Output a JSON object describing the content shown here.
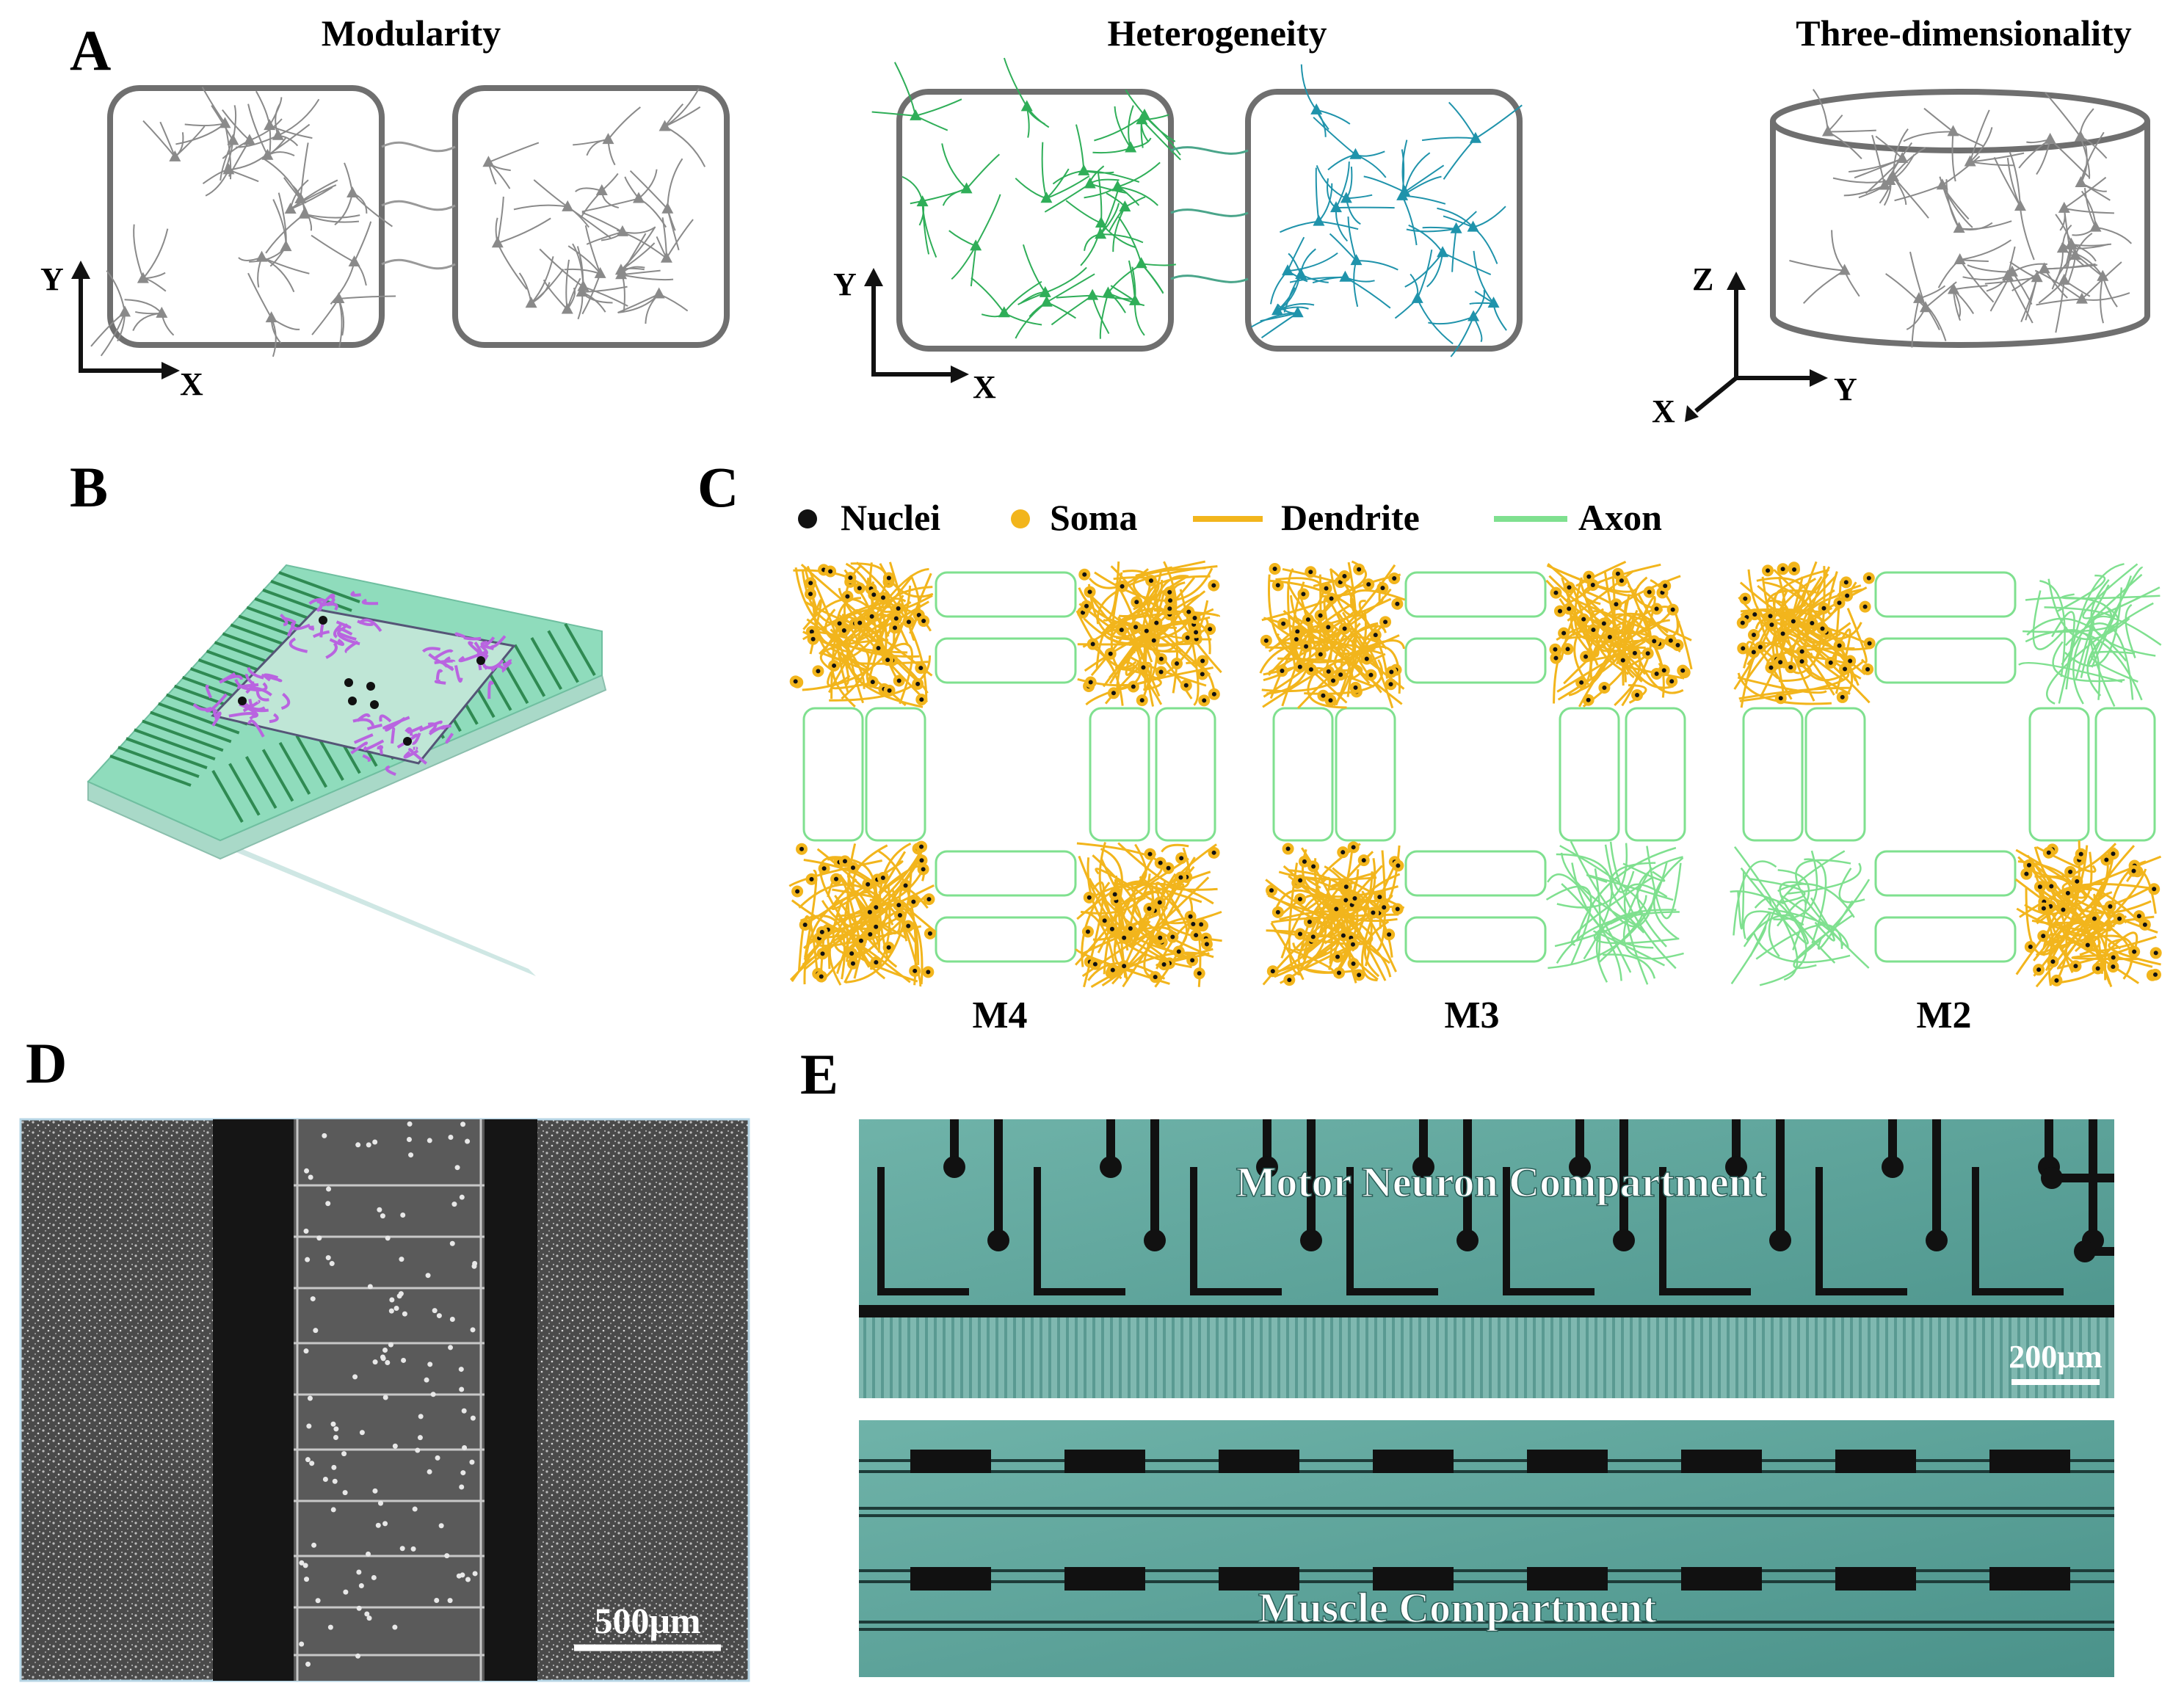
{
  "panel_letters": {
    "a": "A",
    "b": "B",
    "c": "C",
    "d": "D",
    "e": "E"
  },
  "panel_a": {
    "titles": {
      "modularity": "Modularity",
      "heterogeneity": "Heterogeneity",
      "three_d": "Three-dimensionality"
    },
    "axes": {
      "x": "X",
      "y": "Y",
      "z": "Z"
    }
  },
  "panel_c": {
    "legend": {
      "nuclei": "Nuclei",
      "soma": "Soma",
      "dendrite": "Dendrite",
      "axon": "Axon"
    },
    "configs": {
      "m4": "M4",
      "m3": "M3",
      "m2": "M2"
    }
  },
  "panel_d": {
    "scale_bar": "500μm"
  },
  "panel_e": {
    "top_label": "Motor Neuron Compartment",
    "bottom_label": "Muscle Compartment",
    "scale_bar": "200μm"
  },
  "colors": {
    "soma": "#f2b51c",
    "axon": "#7fe08f",
    "nuclei": "#111111",
    "neuron_green": "#2fae58",
    "neuron_blue": "#1f93ab",
    "chip_green": "#7fd8b0",
    "teal_micrograph": "#4f9c94"
  }
}
